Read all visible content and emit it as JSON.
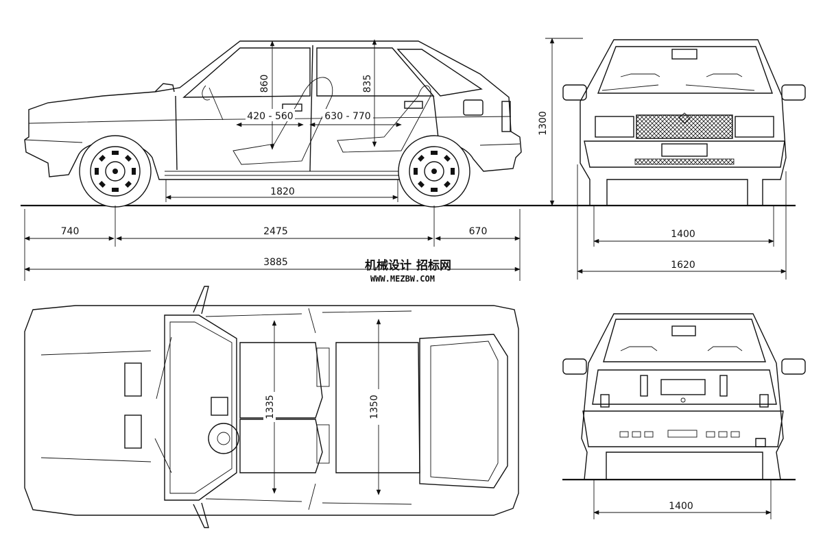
{
  "dimensions": {
    "front_headroom": "860",
    "rear_headroom": "835",
    "front_seat_travel": "420 - 560",
    "rear_legroom": "630 - 770",
    "cabin_length": "1820",
    "front_overhang": "740",
    "wheelbase": "2475",
    "rear_overhang": "670",
    "overall_length": "3885",
    "overall_height": "1300",
    "front_track": "1400",
    "overall_width": "1620",
    "front_shoulder_width": "1335",
    "rear_shoulder_width": "1350",
    "rear_track": "1400"
  },
  "watermark": {
    "chinese_part1": "机械设计",
    "chinese_part2": "招标网",
    "url": "WWW.MEZBW.COM",
    "color_blue": "#1f5fbf",
    "color_orange": "#e07a10"
  }
}
